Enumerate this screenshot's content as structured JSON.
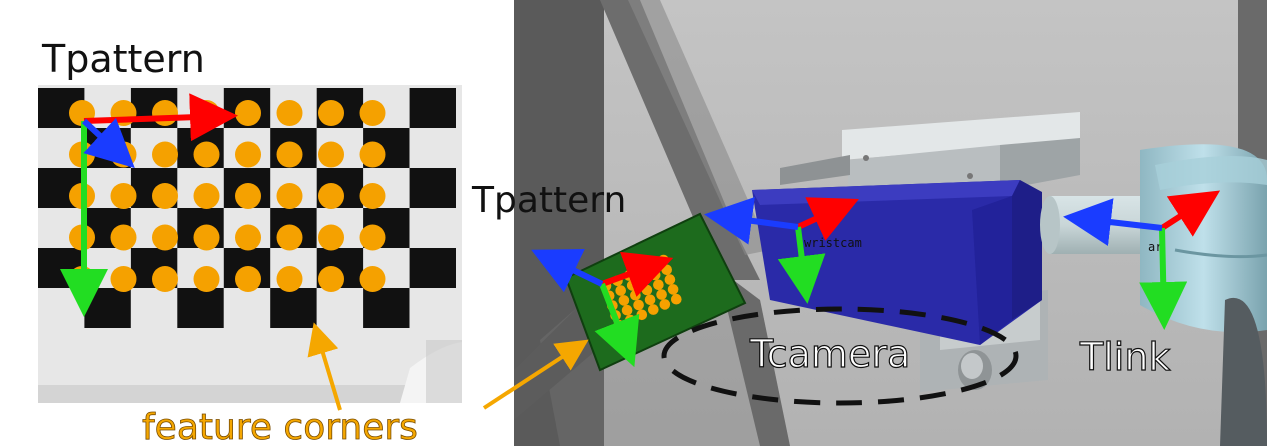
{
  "left_panel": {
    "title": "Tpattern"
  },
  "annotation": {
    "text": "feature corners",
    "color": "#f5a700"
  },
  "scene": {
    "pattern_label": "Tpattern",
    "camera_label": "Tcamera",
    "link_label": "Tlink",
    "camera_small_text": "wristcam",
    "link_small_text": "ar"
  },
  "colors": {
    "x_axis": "#ff0000",
    "y_axis": "#22dd22",
    "z_axis": "#1a3cff",
    "dot": "#f5a100",
    "camera_body": "#2a2aa8",
    "pattern_board": "#1d6b1d"
  }
}
